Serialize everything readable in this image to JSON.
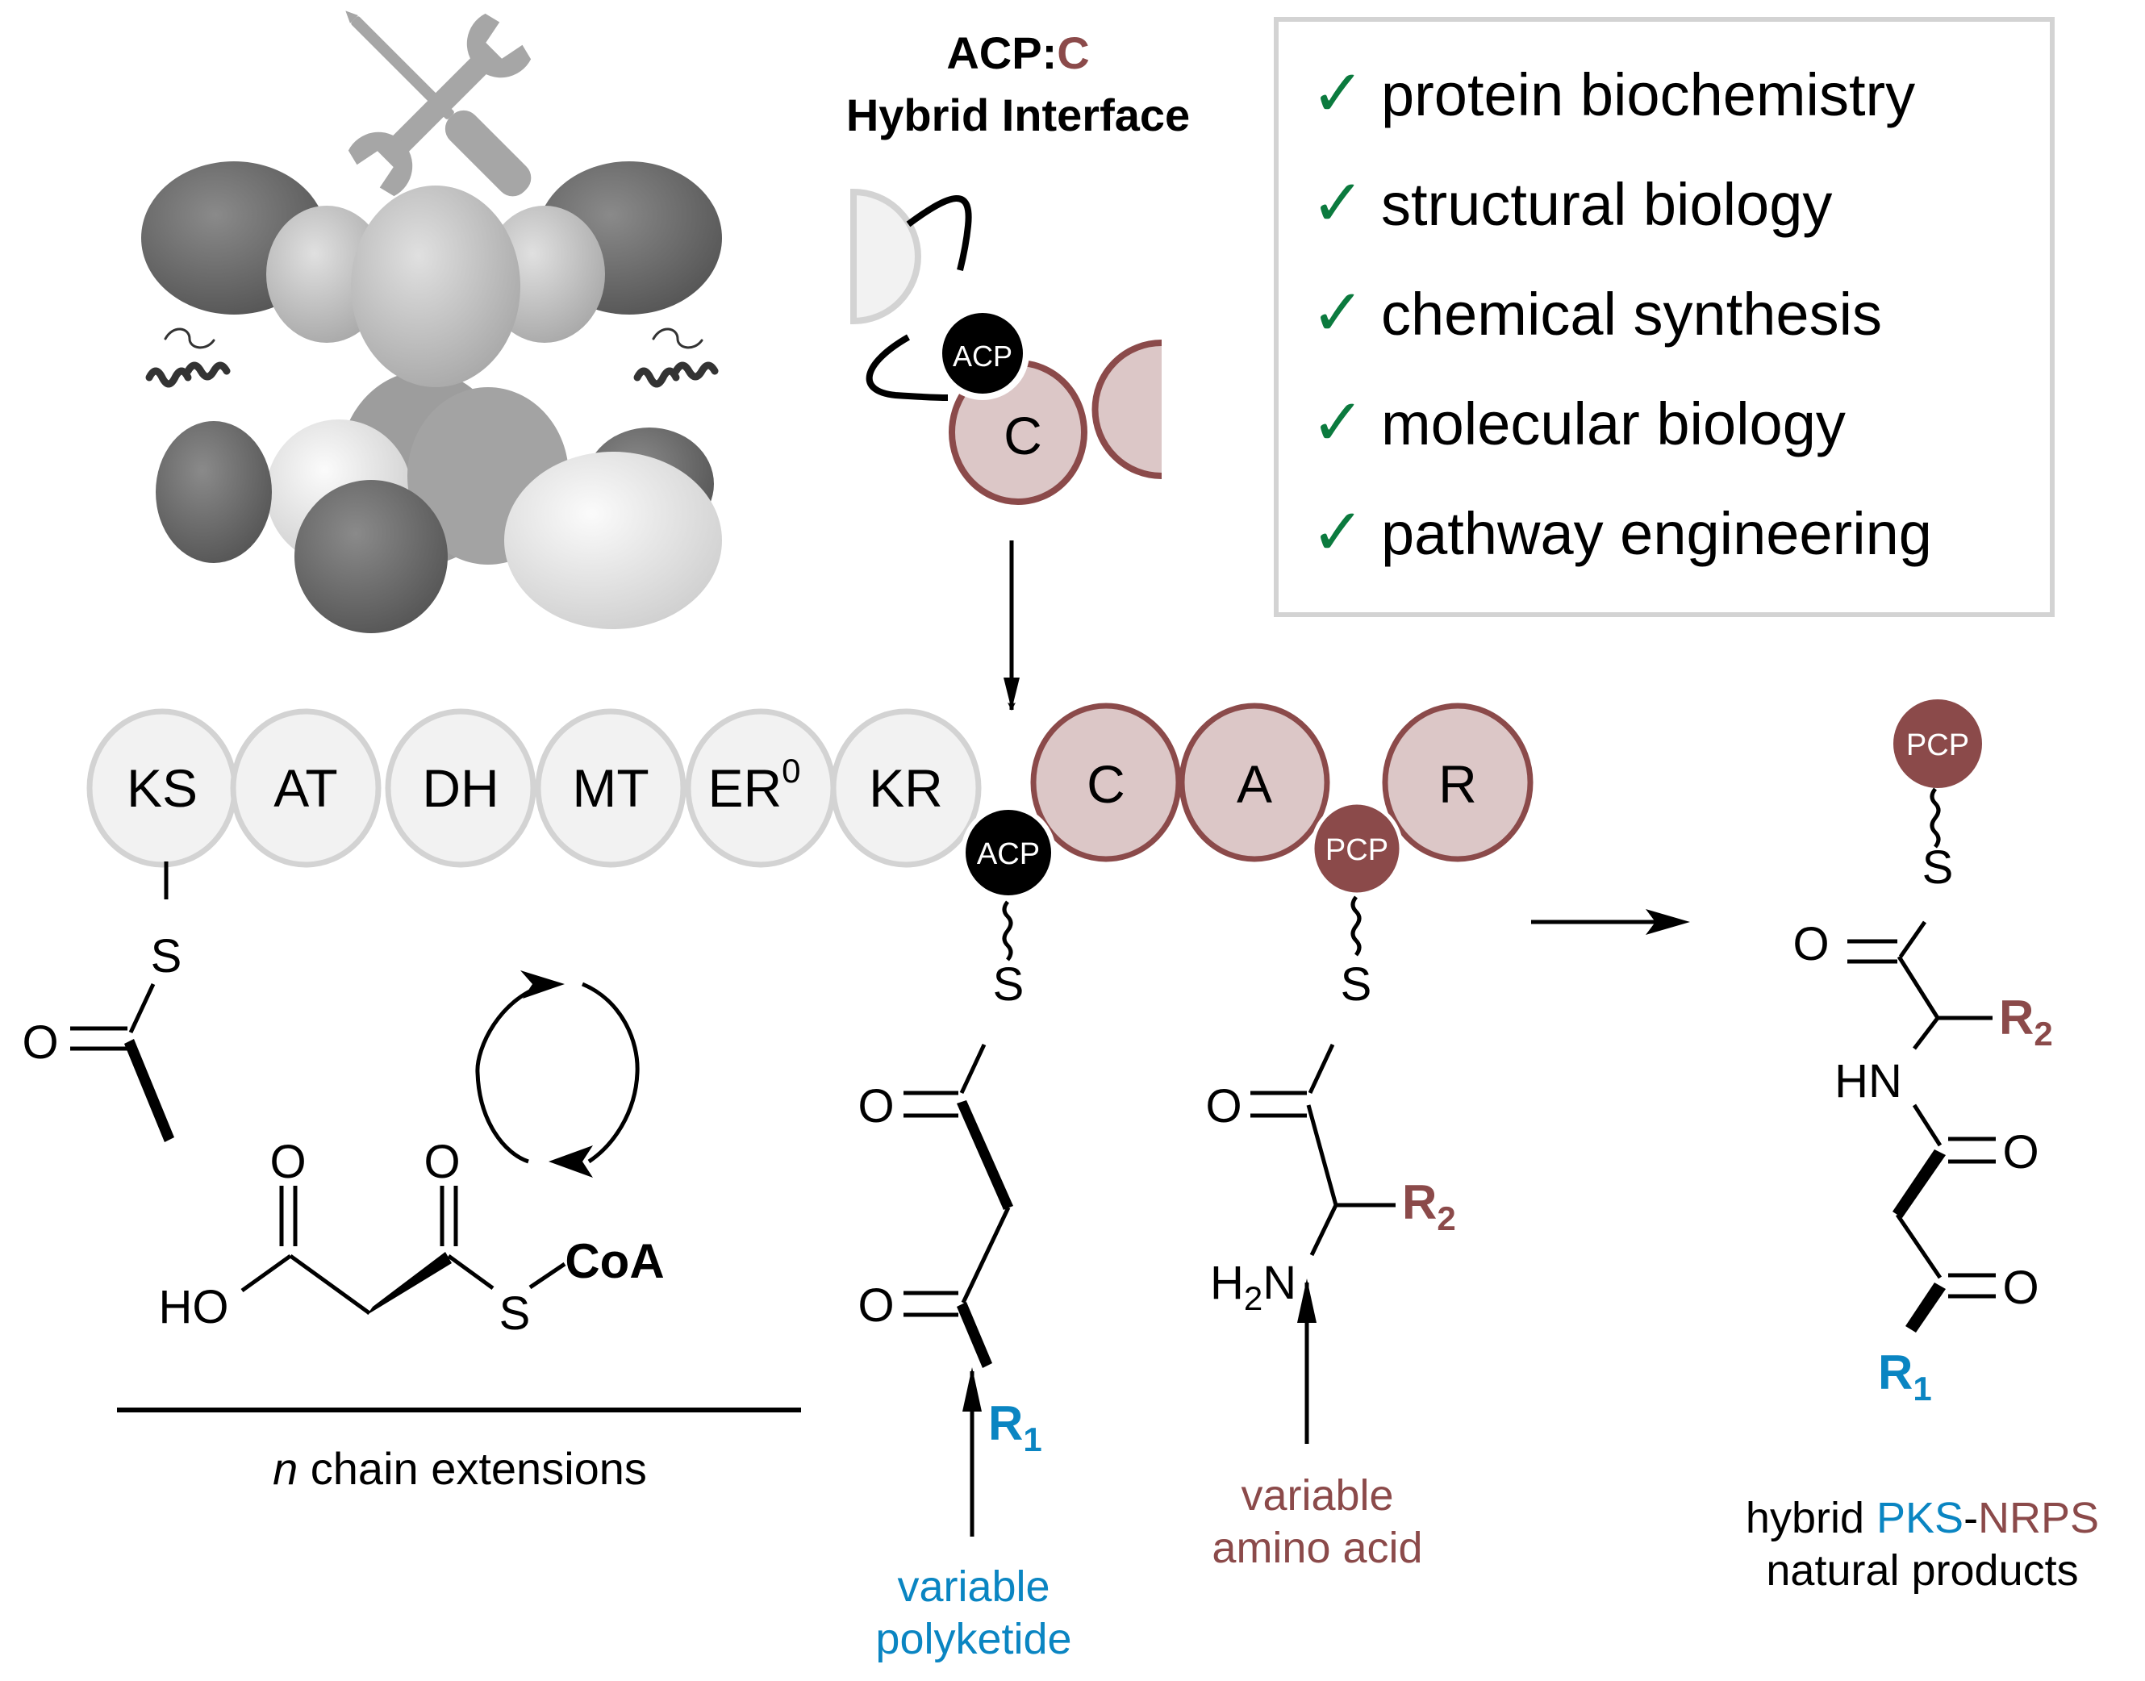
{
  "colors": {
    "pks_fill": "#f2f2f2",
    "pks_stroke": "#d3d3d3",
    "nrps_fill": "#dcc7c7",
    "nrps_stroke": "#8b4a4a",
    "nrps_accent": "#8b4a4a",
    "polyketide_blue": "#0a85c2",
    "check_green": "#0b7a3e",
    "tool_gray": "#a6a6a6",
    "box_border": "#d3d3d3",
    "ink": "#000000"
  },
  "title": {
    "part1": "ACP:",
    "part2": "C",
    "line2": "Hybrid Interface"
  },
  "inset": {
    "acp_label": "ACP",
    "c_label": "C"
  },
  "checklist": {
    "check_glyph": "✓",
    "items": [
      "protein biochemistry",
      "structural biology",
      "chemical synthesis",
      "molecular biology",
      "pathway engineering"
    ]
  },
  "pks_domains": [
    {
      "label": "KS",
      "sup": ""
    },
    {
      "label": "AT",
      "sup": ""
    },
    {
      "label": "DH",
      "sup": ""
    },
    {
      "label": "MT",
      "sup": ""
    },
    {
      "label": "ER",
      "sup": "0"
    },
    {
      "label": "KR",
      "sup": ""
    }
  ],
  "carrier": {
    "acp": "ACP",
    "pcp": "PCP"
  },
  "nrps_domains": [
    {
      "label": "C"
    },
    {
      "label": "A"
    },
    {
      "label": "R"
    }
  ],
  "chem": {
    "S": "S",
    "O": "O",
    "HO": "HO",
    "CoA": "CoA",
    "H2N_H": "H",
    "H2N_sub": "2",
    "H2N_N": "N",
    "HN": "HN",
    "R": "R",
    "sub1": "1",
    "sub2": "2"
  },
  "captions": {
    "chain_ext_n": "n",
    "chain_ext_rest": " chain extensions",
    "polyketide_line1": "variable",
    "polyketide_line2": "polyketide",
    "amino_line1": "variable",
    "amino_line2": "amino acid",
    "product_hybrid": "hybrid ",
    "product_pks": "PKS",
    "product_dash": "-",
    "product_nrps": "NRPS",
    "product_line2": "natural products"
  },
  "icons": {
    "tools": "wrench-screwdriver-icon",
    "protein": "protein-structure-image",
    "cycle": "cycle-arrows-icon"
  }
}
